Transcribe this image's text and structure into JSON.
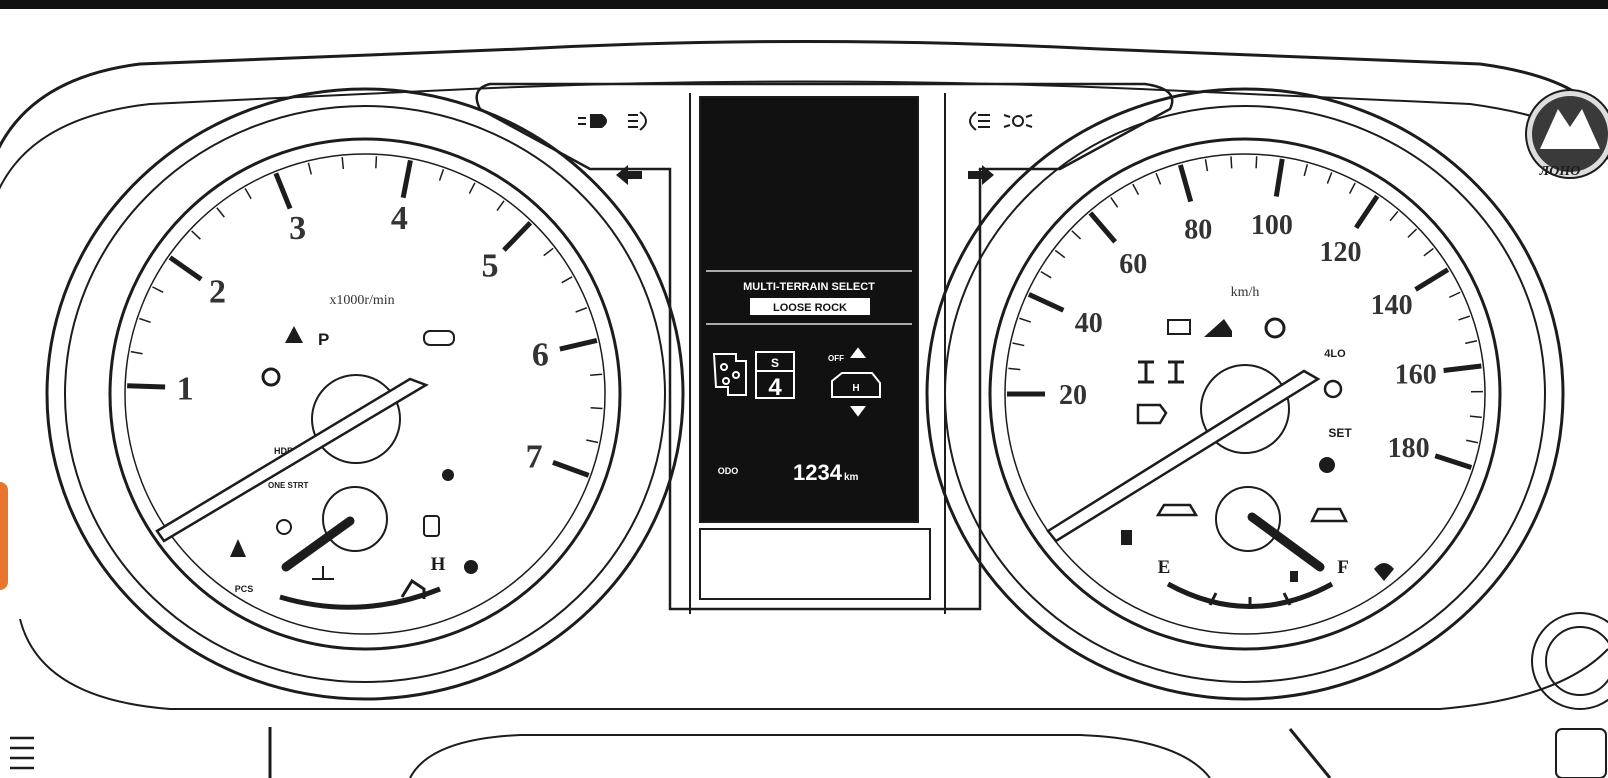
{
  "tachometer": {
    "unit": "x1000r/min",
    "labels": [
      "1",
      "2",
      "3",
      "4",
      "5",
      "6",
      "7"
    ],
    "temp_hot": "H",
    "indicators": {
      "hdbs": "HDBS",
      "start_stop": "ONE\nSTRT",
      "pcs": "PCS",
      "parking": "P"
    }
  },
  "speedometer": {
    "unit": "km/h",
    "labels": [
      "20",
      "40",
      "60",
      "80",
      "100",
      "120",
      "140",
      "160",
      "180"
    ],
    "fuel_empty": "E",
    "fuel_full": "F",
    "indicators": {
      "four_lo": "4LO",
      "set": "SET"
    }
  },
  "display": {
    "title": "MULTI-TERRAIN SELECT",
    "mode": "LOOSE ROCK",
    "gear": "4",
    "gear_top": "S",
    "off_label": "OFF",
    "vehicle_letter": "H",
    "odometer_label": "ODO",
    "odometer_value": "1234",
    "odometer_unit": "km"
  },
  "logo": {
    "text": "ЛОНО"
  },
  "colors": {
    "outline": "#1c1c1c",
    "screen": "#111111",
    "accent_tab": "#e8762c"
  }
}
